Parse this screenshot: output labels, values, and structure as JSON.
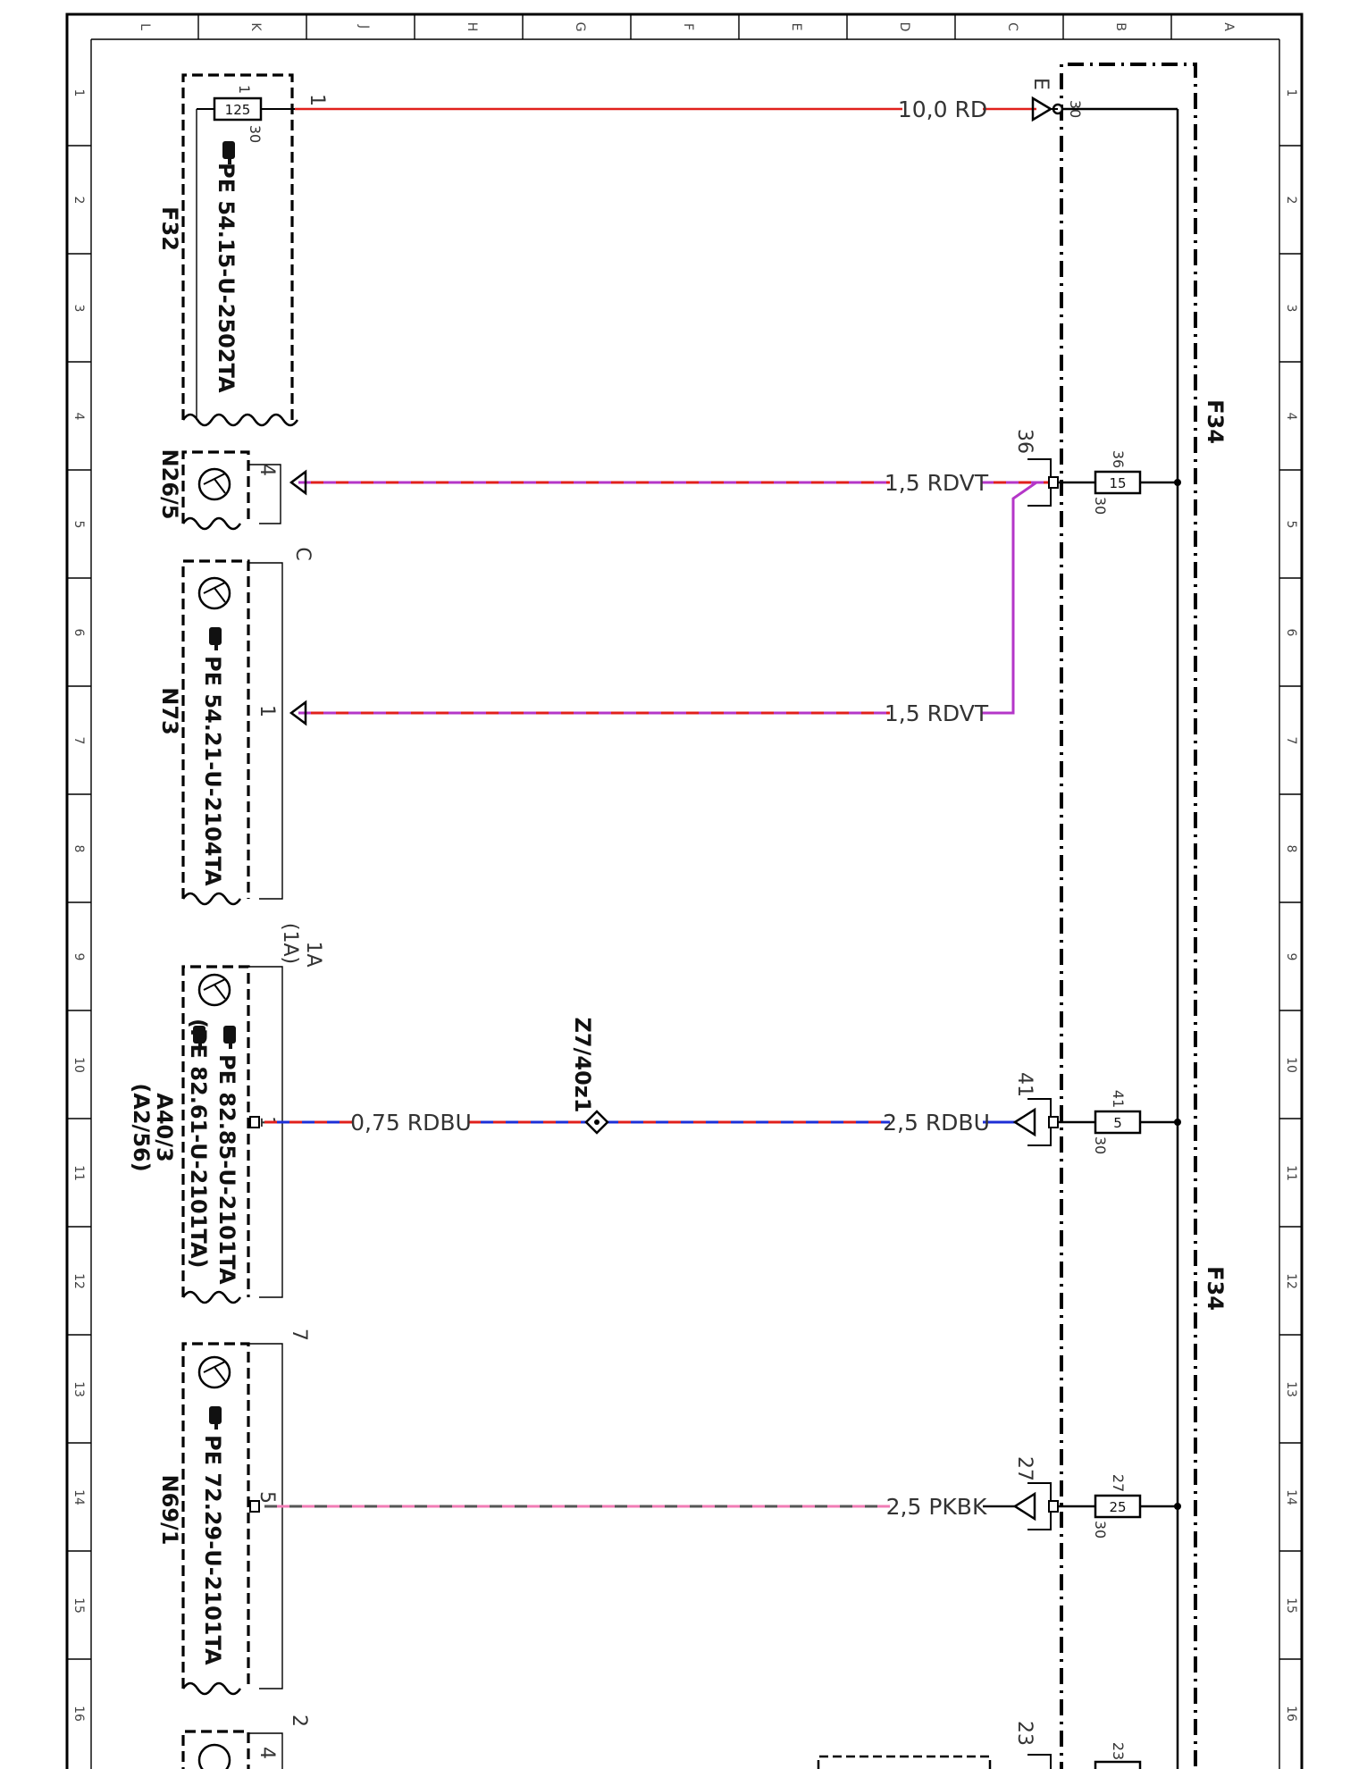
{
  "grid": {
    "cols": [
      "L",
      "K",
      "J",
      "H",
      "G",
      "F",
      "E",
      "D",
      "C",
      "B",
      "A"
    ],
    "rows": [
      "1",
      "2",
      "3",
      "4",
      "5",
      "6",
      "7",
      "8",
      "9",
      "10",
      "11",
      "12",
      "13",
      "14",
      "15",
      "16"
    ]
  },
  "f34": {
    "label_top": "F34",
    "label_bottom": "F34",
    "marker_e": "E"
  },
  "f32": {
    "label": "F32",
    "doc": "PE 54.15-U-2502TA",
    "fuse_value": "125",
    "pin_in": "1",
    "pin_out": "30",
    "wire_pin": "1"
  },
  "n26_5": {
    "label": "N26/5",
    "pin": "4"
  },
  "n73": {
    "label": "N73",
    "doc": "PE 54.21-U-2104TA",
    "pin": "1",
    "marker": "C"
  },
  "a40_3": {
    "label": "A40/3",
    "label_alt": "(A2/56)",
    "doc": "PE 82.85-U-2101TA",
    "doc_alt": "(PE 82.61-U-2101TA)",
    "pin": "1",
    "marker": "1A",
    "marker_alt": "(1A)"
  },
  "n69_1": {
    "label": "N69/1",
    "doc": "PE 72.29-U-2101TA",
    "pin": "5",
    "marker": "7"
  },
  "bottom_component": {
    "pin": "4",
    "marker": "2"
  },
  "splice": {
    "label": "Z7/40z1"
  },
  "wires": {
    "w1": "10,0 RD",
    "w2": "1,5 RDVT",
    "w3": "1,5 RDVT",
    "w4a": "0,75 RDBU",
    "w4b": "2,5 RDBU",
    "w5": "2,5 PKBK"
  },
  "fuses": {
    "f15": {
      "value": "15",
      "pin_in": "36",
      "pin_out": "30",
      "conn": "36"
    },
    "f5": {
      "value": "5",
      "pin_in": "41",
      "pin_out": "30",
      "conn": "41"
    },
    "f25": {
      "value": "25",
      "pin_in": "27",
      "pin_out": "30",
      "conn": "27"
    },
    "f_bottom": {
      "pin_in": "23",
      "conn": "23"
    }
  },
  "pin_30_top": "30",
  "colors": {
    "red": "#e0201c",
    "violet": "#b436c8",
    "blue": "#1d2fd6",
    "pink": "#f07bb4",
    "black": "#111111"
  }
}
